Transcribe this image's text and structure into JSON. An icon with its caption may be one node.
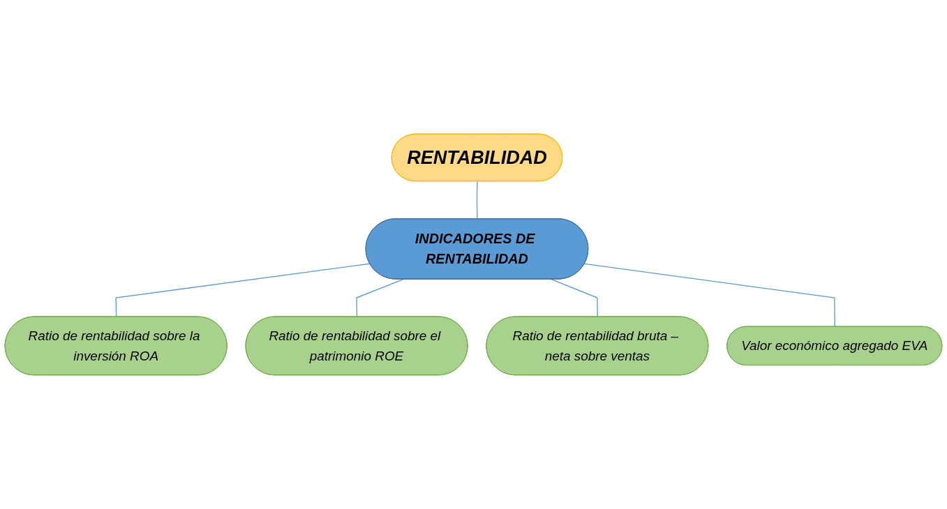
{
  "diagram": {
    "nodes": [
      {
        "text": [
          "RENTABILIDAD"
        ]
      },
      {
        "text": [
          "INDICADORES DE RENTABILIDAD"
        ]
      },
      {
        "text": [
          "Ratio de rentabilidad sobre la inversión ROA"
        ]
      },
      {
        "text": [
          "Ratio de rentabilidad sobre el patrimonio ROE"
        ]
      },
      {
        "text": [
          "Ratio de rentabilidad bruta – neta sobre ventas"
        ]
      },
      {
        "text": [
          "Valor económico agregado EVA"
        ]
      }
    ],
    "edges": [
      {
        "from": 0,
        "to": 1,
        "arrow": "none"
      },
      {
        "from": 1,
        "to": 2,
        "arrow": "none"
      },
      {
        "from": 1,
        "to": 3,
        "arrow": "none"
      },
      {
        "from": 1,
        "to": 4,
        "arrow": "none"
      },
      {
        "from": 1,
        "to": 5,
        "arrow": "none"
      }
    ]
  }
}
